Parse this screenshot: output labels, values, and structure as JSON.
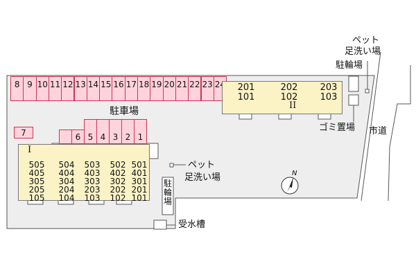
{
  "site": {
    "parking_label": "駐車場",
    "water_tank_label": "受水槽",
    "city_road_label": "市道",
    "north_label": "N"
  },
  "bicycle_parking": {
    "top_right_label": "駐輪場",
    "middle_label": "駐輪場"
  },
  "pet_footwash": {
    "top_label_line1": "ペット",
    "top_label_line2": "足洗い場",
    "middle_label_line1": "ペット",
    "middle_label_line2": "足洗い場"
  },
  "garbage_label": "ゴミ置場",
  "parking_top_row": [
    "8",
    "9",
    "10",
    "11",
    "12",
    "13",
    "14",
    "15",
    "16",
    "17",
    "18",
    "19",
    "20",
    "21",
    "22",
    "23",
    "24"
  ],
  "parking_middle_row": [
    "6",
    "5",
    "4",
    "3",
    "2",
    "1"
  ],
  "parking_left_single": "7",
  "building_1": {
    "name": "I",
    "columns": [
      [
        "505",
        "405",
        "305",
        "205",
        "105"
      ],
      [
        "504",
        "404",
        "304",
        "204",
        "104"
      ],
      [
        "503",
        "403",
        "303",
        "203",
        "103"
      ],
      [
        "502",
        "402",
        "302",
        "202",
        "102"
      ],
      [
        "501",
        "401",
        "301",
        "201",
        "101"
      ]
    ]
  },
  "building_2": {
    "name": "II",
    "units": [
      {
        "upper": "201",
        "lower": "101"
      },
      {
        "upper": "202",
        "lower": "102"
      },
      {
        "upper": "203",
        "lower": "103"
      }
    ]
  },
  "colors": {
    "parking_fill": "#ffd3dc",
    "parking_border": "#cc3355",
    "building_fill": "#fbf2c6",
    "site_fill": "#eeeeee"
  }
}
